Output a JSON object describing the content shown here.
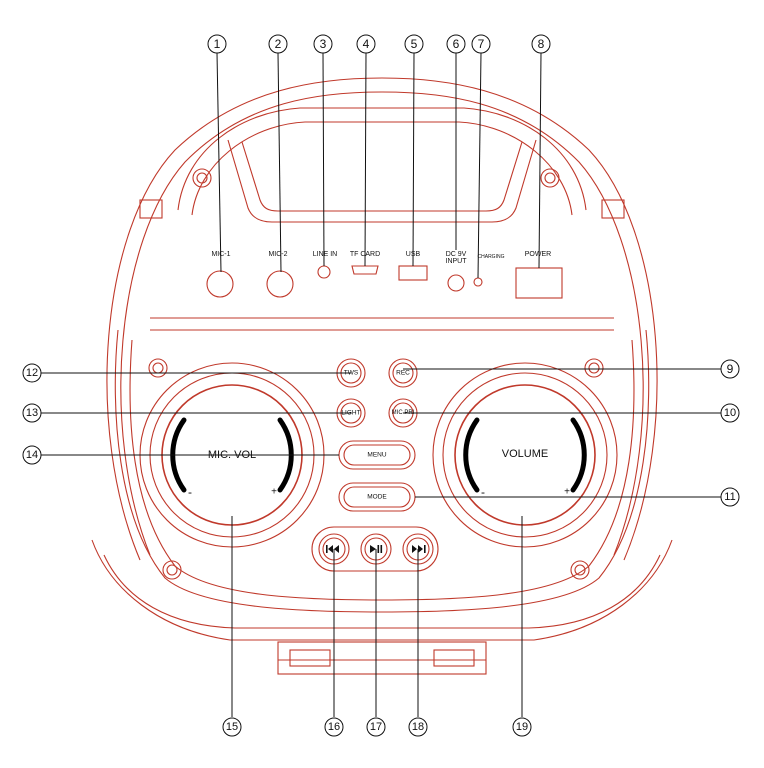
{
  "colors": {
    "outline": "#c0392b",
    "labels": "#111111",
    "background": "#ffffff"
  },
  "ports": {
    "mic1": "MIC-1",
    "mic2": "MIC-2",
    "line_in": "LINE IN",
    "tf_card": "TF CARD",
    "usb": "USB",
    "dc_line1": "DC 9V",
    "dc_line2": "INPUT",
    "charging": "CHARGING",
    "power": "POWER"
  },
  "buttons": {
    "tws": "TWS",
    "rec": "REC",
    "light": "LIGHT",
    "mic_pri": "MIC PRI",
    "menu": "MENU",
    "mode": "MODE"
  },
  "knobs": {
    "mic_vol": "MIC. VOL",
    "volume": "VOLUME",
    "minus": "-",
    "plus": "+"
  },
  "transport_icons": {
    "prev": "prev-track-icon",
    "play_pause": "play-pause-icon",
    "next": "next-track-icon"
  },
  "callouts": [
    "1",
    "2",
    "3",
    "4",
    "5",
    "6",
    "7",
    "8",
    "9",
    "10",
    "11",
    "12",
    "13",
    "14",
    "15",
    "16",
    "17",
    "18",
    "19"
  ]
}
